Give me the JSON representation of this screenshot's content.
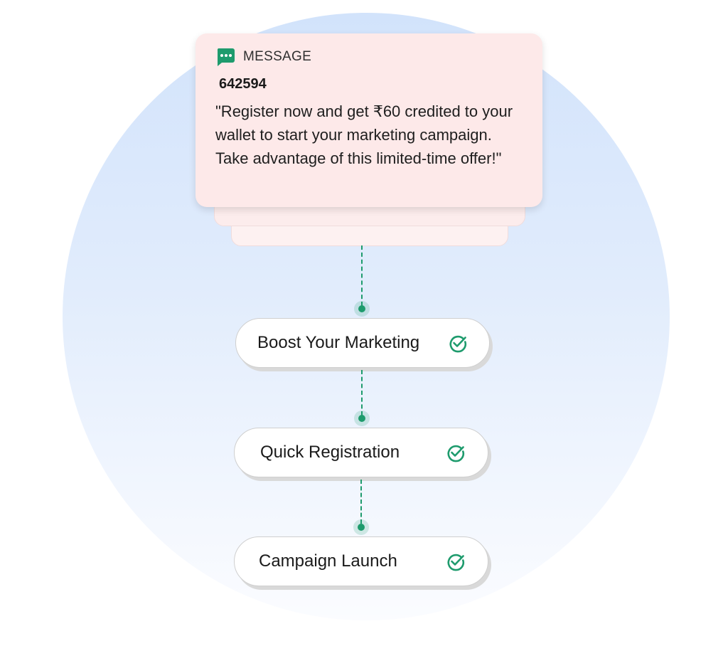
{
  "message": {
    "label": "MESSAGE",
    "icon": "message-bubble-icon",
    "sender": "642594",
    "body": "\"Register now and get ₹60 credited to your wallet to start your marketing campaign. Take advantage of this limited-time offer!\""
  },
  "steps": [
    {
      "label": "Boost Your Marketing",
      "icon": "check-circle-icon"
    },
    {
      "label": "Quick Registration",
      "icon": "check-circle-icon"
    },
    {
      "label": "Campaign Launch",
      "icon": "check-circle-icon"
    }
  ],
  "colors": {
    "accent_green": "#1e9b6d",
    "card_pink": "#fde9e9",
    "circle_blue": "#d2e3fb"
  }
}
